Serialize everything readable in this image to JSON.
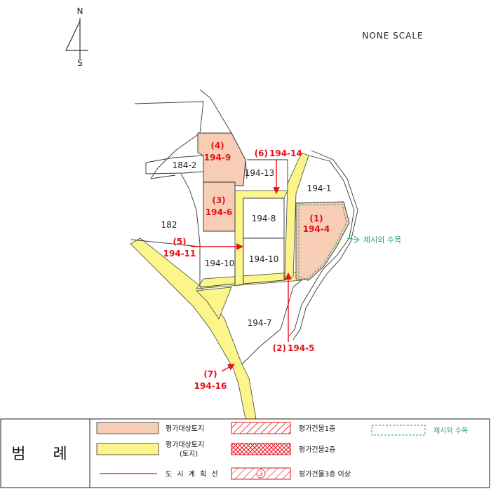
{
  "compass": {
    "north": "N",
    "south": "S"
  },
  "scale_note": "NONE SCALE",
  "parcels": {
    "p184_2": "184-2",
    "p194_13": "194-13",
    "p194_1": "194-1",
    "p194_8": "194-8",
    "p182": "182",
    "p194_10_left": "194-10",
    "p194_10_mid": "194-10",
    "p194_7": "194-7"
  },
  "appraisal_targets": [
    {
      "no": "(1)",
      "lot": "194-4"
    },
    {
      "no": "(2)",
      "lot": "194-5"
    },
    {
      "no": "(3)",
      "lot": "194-6"
    },
    {
      "no": "(4)",
      "lot": "194-9"
    },
    {
      "no": "(5)",
      "lot": "194-11"
    },
    {
      "no": "(6)",
      "lot": "194-14"
    },
    {
      "no": "(7)",
      "lot": "194-16"
    }
  ],
  "excluded_trees_label": "제시외 수목",
  "legend": {
    "title": "범 례",
    "land": "평가대상토지",
    "land_road": "평가대상토지",
    "land_road_sub": "(토지)",
    "plan_line": "도 시 계 획 선",
    "building1": "평가건물1층",
    "building2": "평가건물2층",
    "building3": "평가건물3층 이상",
    "building3_mark": "3",
    "trees": "제시외 수목"
  },
  "colors": {
    "target_fill": "#f8cdb5",
    "road_fill": "#fbf58a",
    "red": "#e8101a",
    "green": "#2aa062"
  }
}
